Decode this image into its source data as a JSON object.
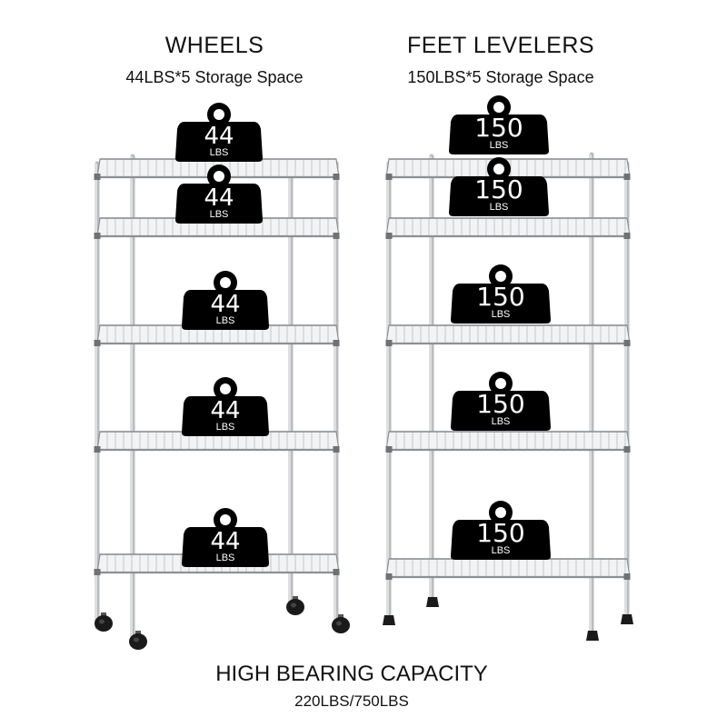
{
  "left": {
    "title": "WHEELS",
    "subtitle": "44LBS*5 Storage Space",
    "weight_value": "44",
    "weight_unit": "LBS",
    "shelf_count": 5,
    "base_type": "wheels"
  },
  "right": {
    "title": "FEET LEVELERS",
    "subtitle": "150LBS*5 Storage Space",
    "weight_value": "150",
    "weight_unit": "LBS",
    "shelf_count": 5,
    "base_type": "feet-levelers"
  },
  "footer": {
    "title": "HIGH BEARING CAPACITY",
    "subtitle": "220LBS/750LBS"
  },
  "colors": {
    "weight_fill": "#000000",
    "weight_text": "#ffffff",
    "rack_metal": "#b9bcbf",
    "caster": "#1a1a1a"
  }
}
